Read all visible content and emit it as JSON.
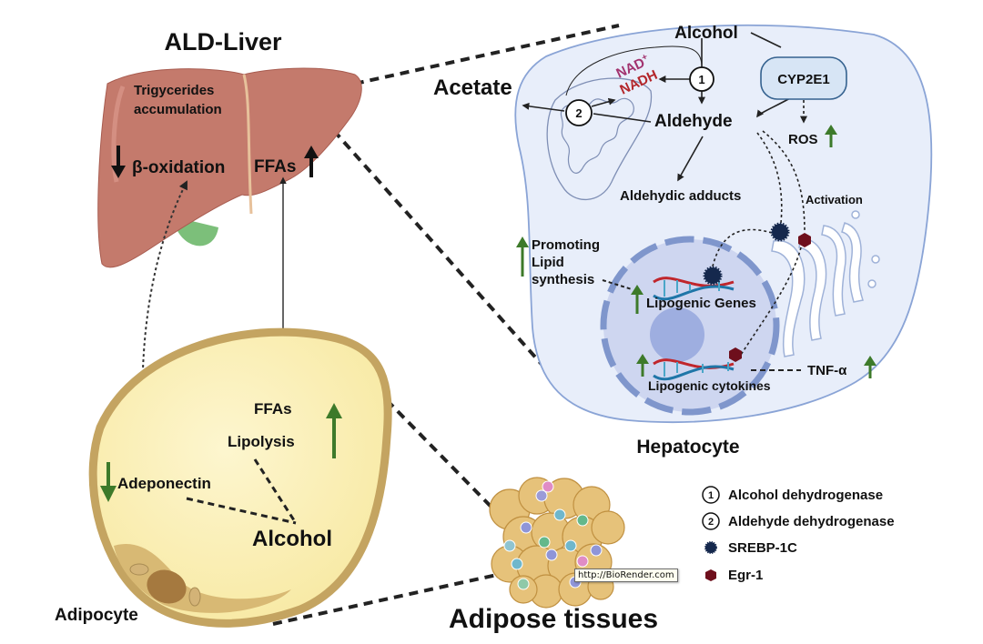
{
  "liver": {
    "title": "ALD-Liver",
    "tg_line1": "Trigycerides",
    "tg_line2": "accumulation",
    "beta_oxidation": "β-oxidation",
    "ffas": "FFAs",
    "beta_oxidation_trend": "down",
    "ffas_trend": "up"
  },
  "hepatocyte": {
    "title": "Hepatocyte",
    "alcohol": "Alcohol",
    "acetate": "Acetate",
    "nad_plus": "NAD",
    "nad_plus_sup": "+",
    "nadh": "NADH",
    "aldehyde": "Aldehyde",
    "aldehydic_adducts": "Aldehydic adducts",
    "cyp2e1": "CYP2E1",
    "ros": "ROS",
    "activation": "Activation",
    "promoting_1": "Promoting",
    "promoting_2": "Lipid",
    "promoting_3": "synthesis",
    "lipogenic_genes": "Lipogenic Genes",
    "lipogenic_cytokines": "Lipogenic cytokines",
    "tnf": "TNF-α",
    "enzyme_1": "1",
    "enzyme_2": "2"
  },
  "adipocyte": {
    "title": "Adipocyte",
    "ffas": "FFAs",
    "lipolysis": "Lipolysis",
    "adeponectin": "Adeponectin",
    "alcohol": "Alcohol",
    "lipolysis_trend": "up",
    "adeponectin_trend": "down"
  },
  "adipose": {
    "title": "Adipose tissues",
    "tooltip": "http://BioRender.com"
  },
  "legend": {
    "items": [
      {
        "marker": "1",
        "label": "Alcohol dehydrogenase"
      },
      {
        "marker": "2",
        "label": "Aldehyde dehydrogenase"
      },
      {
        "marker": "srebp",
        "label": "SREBP-1C"
      },
      {
        "marker": "egr",
        "label": "Egr-1"
      }
    ]
  },
  "colors": {
    "liver": "#c47a6c",
    "hepatocyte_fill": "#e8eefa",
    "hepatocyte_stroke": "#8aa4d6",
    "nucleus": "#c5cdec",
    "up_arrow": "#3d7a2a",
    "nad": "#a2336f",
    "nadh": "#b3262a",
    "srebp": "#15284d",
    "egr": "#6e0f1c",
    "adipocyte_fill": "#fbf1b8",
    "adipocyte_stroke": "#c4a461"
  }
}
